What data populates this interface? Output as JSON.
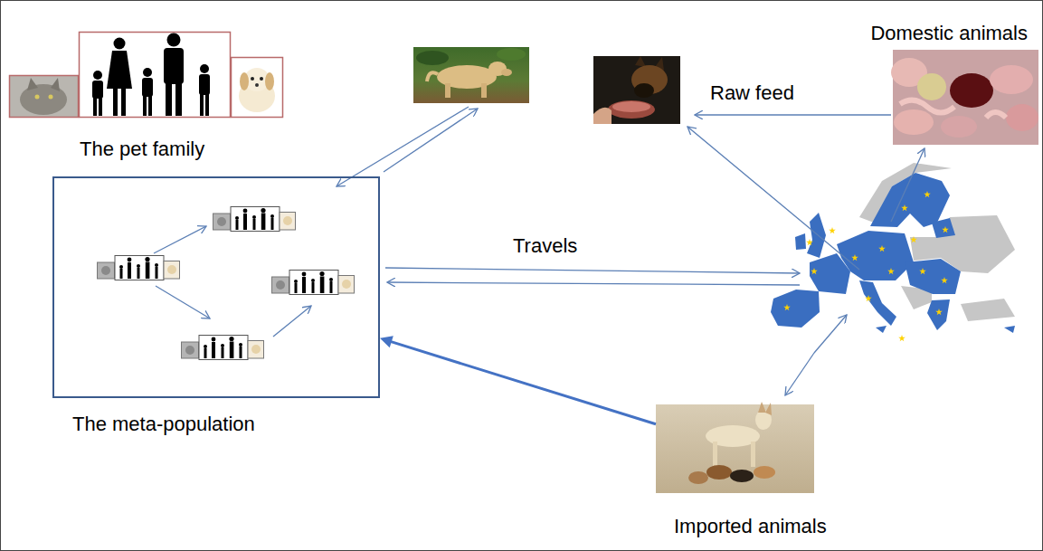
{
  "diagram": {
    "nodes": [
      {
        "text": [
          "The pet family"
        ]
      },
      {
        "text": [
          "Domestic animals"
        ]
      },
      {
        "text": [
          "The meta-population"
        ]
      },
      {
        "text": [
          "Imported animals"
        ]
      }
    ],
    "edges": [
      {
        "from": 3,
        "to": 2,
        "arrow": "to"
      }
    ],
    "labels": [
      "Raw feed",
      "Travels"
    ]
  }
}
